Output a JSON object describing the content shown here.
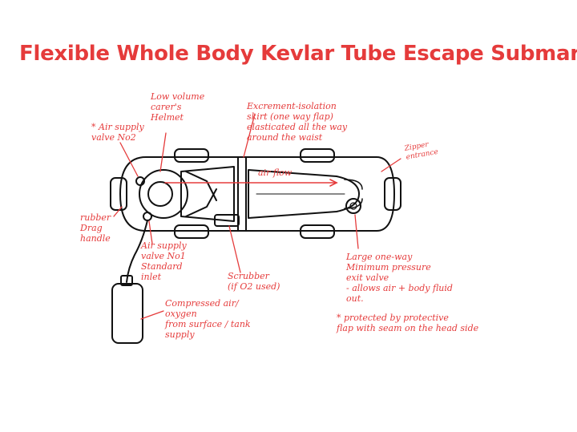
{
  "title": "Flexible Whole Body Kevlar Tube Escape Submarine",
  "colors": {
    "annotation": "#e53b3b",
    "ink": "#111111",
    "background": "#ffffff"
  },
  "labels": {
    "valve2": "* Air supply\nvalve No2",
    "helmet": "Low volume\ncarer's\nHelmet",
    "skirt": "Excrement-isolation\nskirt (one way flap)\nelasticated all the way\naround the waist",
    "zipper": "Zipper\nentrance",
    "airflow": "air flow",
    "handle": "rubber\nDrag\nhandle",
    "valve1": "Air supply\nvalve No1\nStandard\ninlet",
    "scrubber": "Scrubber\n(if O2 used)",
    "exit_valve": "Large one-way\nMinimum pressure\nexit valve\n- allows air + body fluid\nout.",
    "protected": "* protected by protective\nflap with seam on the head side",
    "tank": "Compressed air/\noxygen\nfrom surface / tank\nsupply"
  }
}
